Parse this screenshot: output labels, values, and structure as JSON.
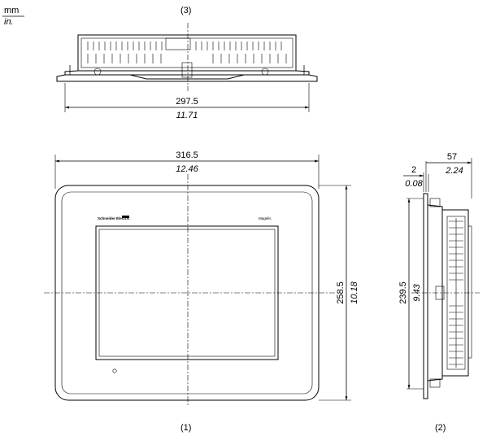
{
  "units": {
    "metric": "mm",
    "imperial": "in."
  },
  "views": {
    "top": {
      "label": "(3)",
      "width_mm": "297.5",
      "width_in": "11.71"
    },
    "front": {
      "label": "(1)",
      "width_mm": "316.5",
      "width_in": "12.46",
      "height_mm": "258.5",
      "height_in": "10.18",
      "brand_text": "Schneider Electric",
      "product_text": "Magelis"
    },
    "side": {
      "label": "(2)",
      "depth_mm": "57",
      "depth_in": "2.24",
      "bezel_mm": "2",
      "bezel_in": "0.08",
      "height_mm": "239.5",
      "height_in": "9.43"
    }
  }
}
